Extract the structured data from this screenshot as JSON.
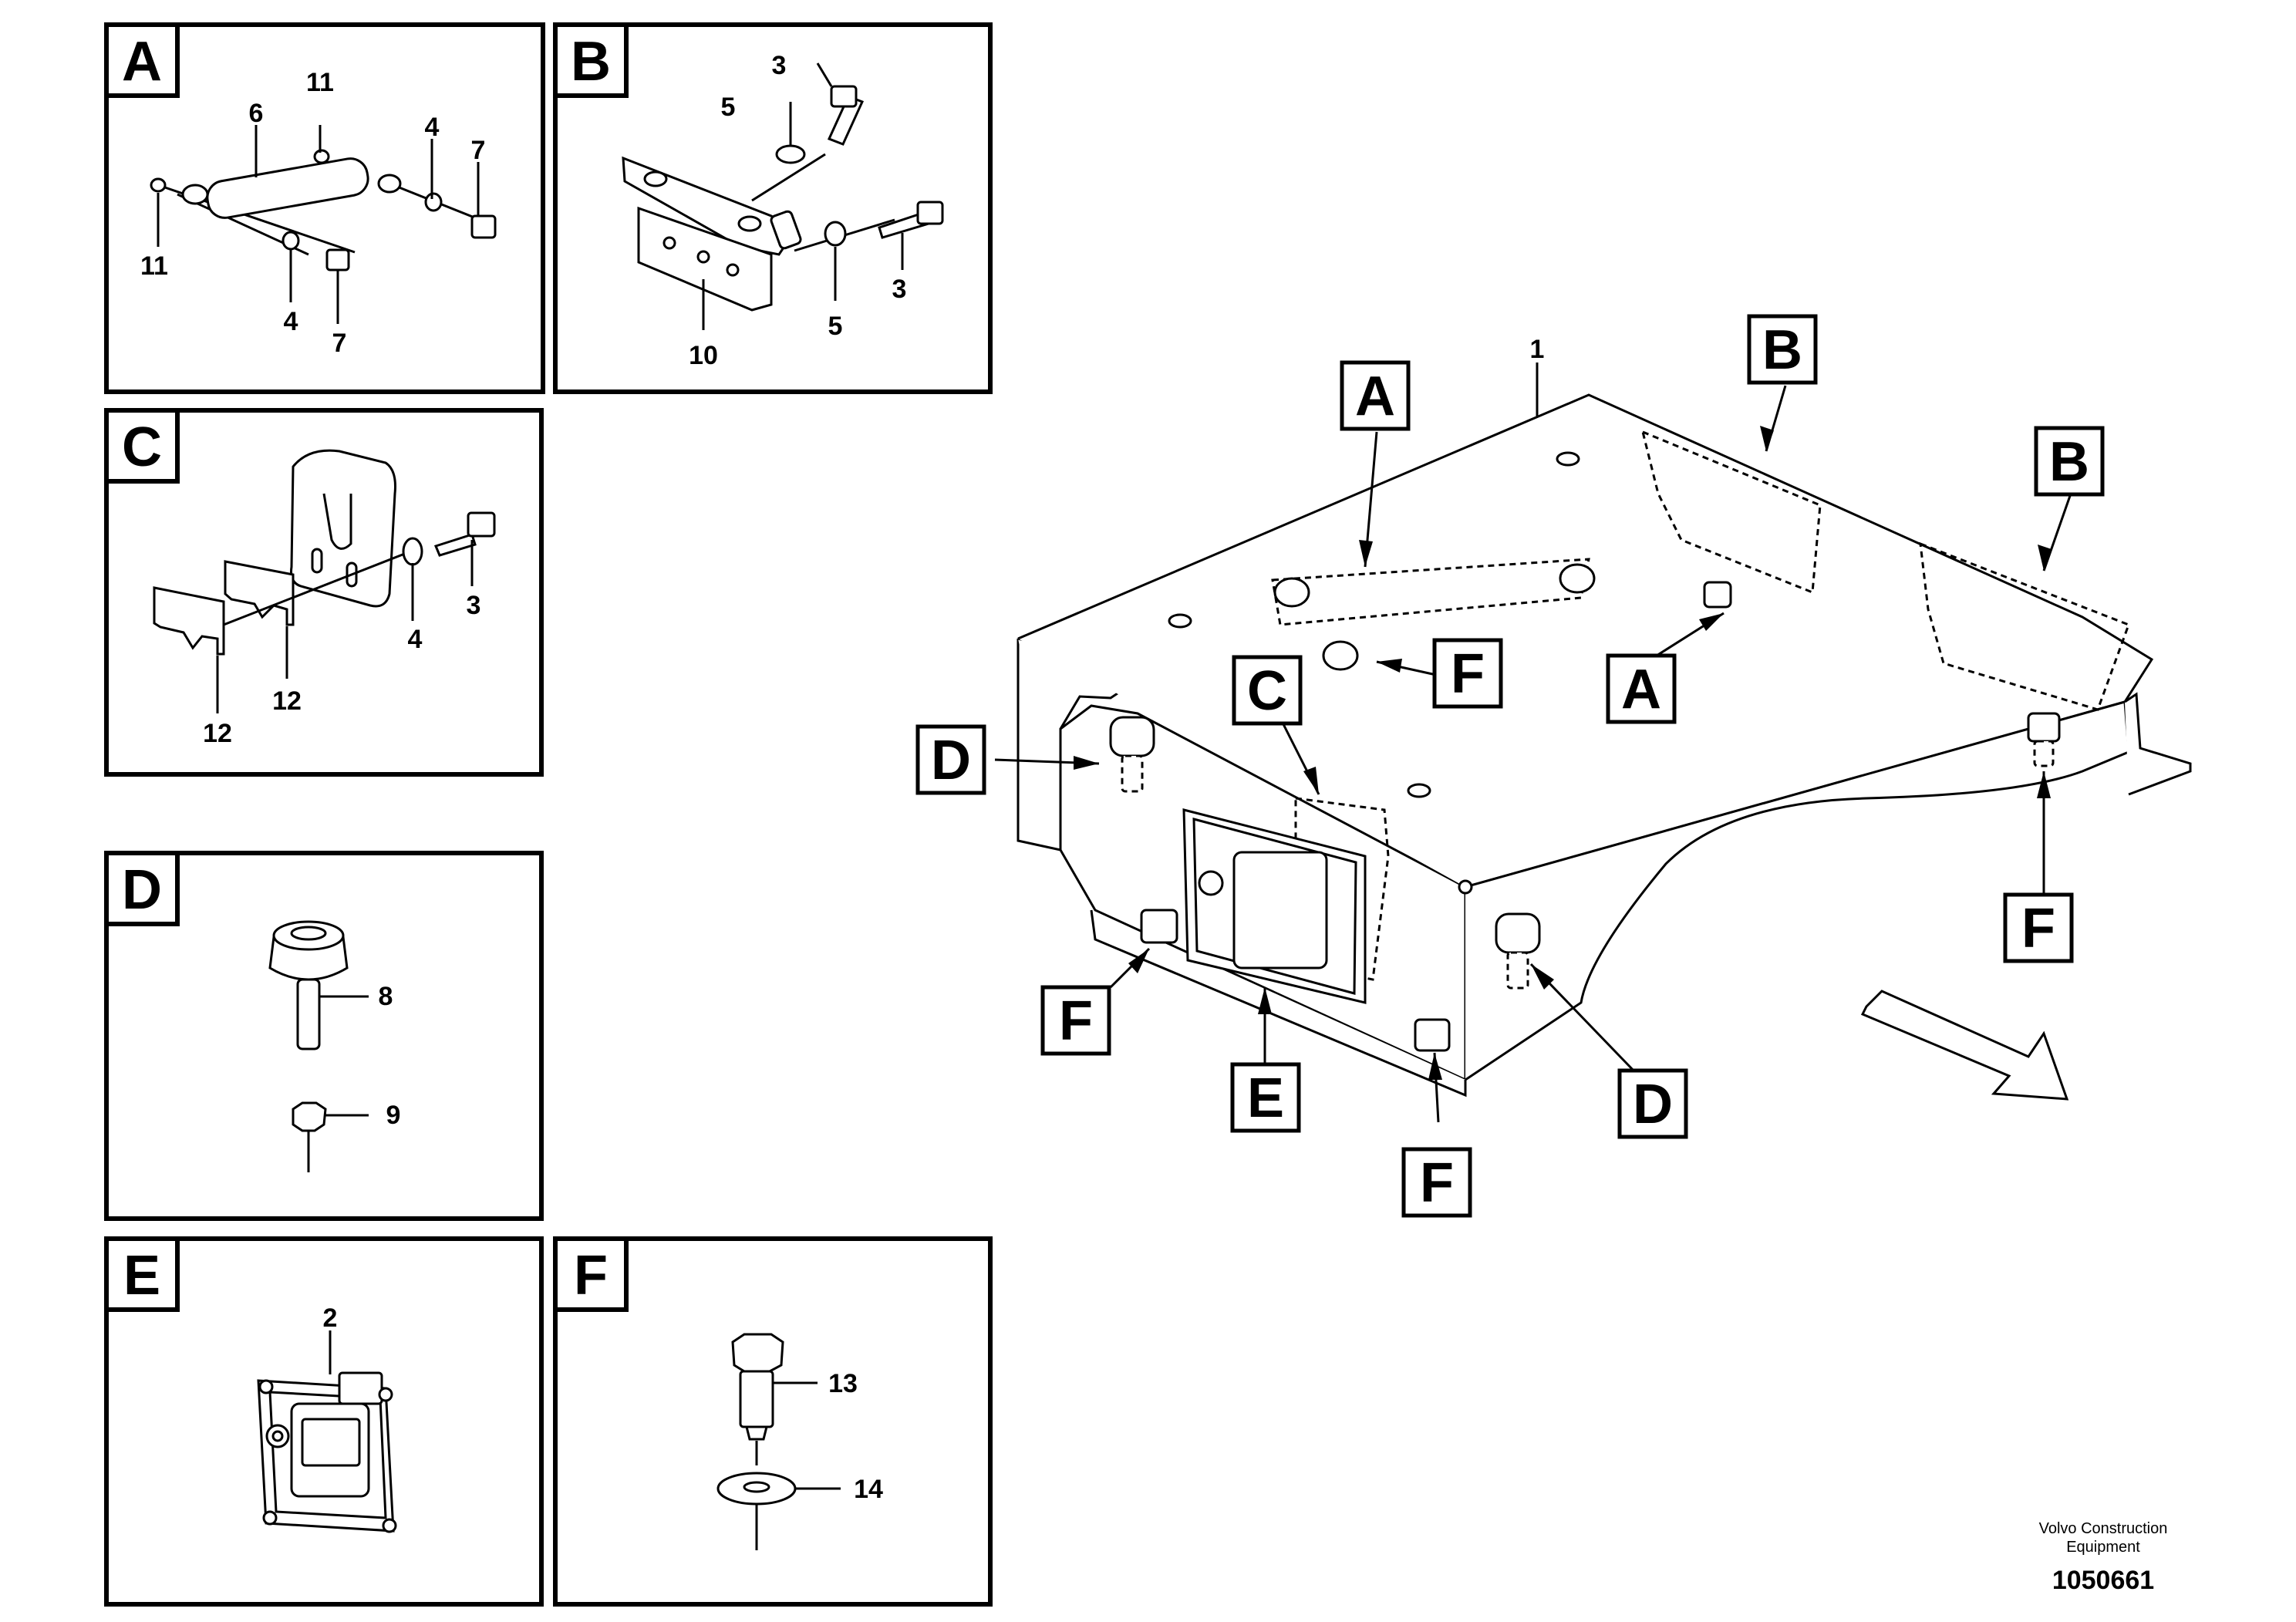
{
  "panels": {
    "A": {
      "letter": "A",
      "callouts": [
        "11",
        "6",
        "4",
        "7",
        "11",
        "4",
        "7"
      ]
    },
    "B": {
      "letter": "B",
      "callouts": [
        "3",
        "5",
        "10",
        "5",
        "3"
      ]
    },
    "C": {
      "letter": "C",
      "callouts": [
        "4",
        "3",
        "12",
        "12"
      ]
    },
    "D": {
      "letter": "D",
      "callouts": [
        "8",
        "9"
      ]
    },
    "E": {
      "letter": "E",
      "callouts": [
        "2"
      ]
    },
    "F": {
      "letter": "F",
      "callouts": [
        "13",
        "14"
      ]
    }
  },
  "main": {
    "part_number": "1",
    "view_refs": [
      "A",
      "B",
      "B",
      "A",
      "F",
      "C",
      "D",
      "F",
      "E",
      "F",
      "D",
      "F"
    ]
  },
  "footer": {
    "company_line1": "Volvo Construction",
    "company_line2": "Equipment",
    "drawing_number": "1050661"
  }
}
